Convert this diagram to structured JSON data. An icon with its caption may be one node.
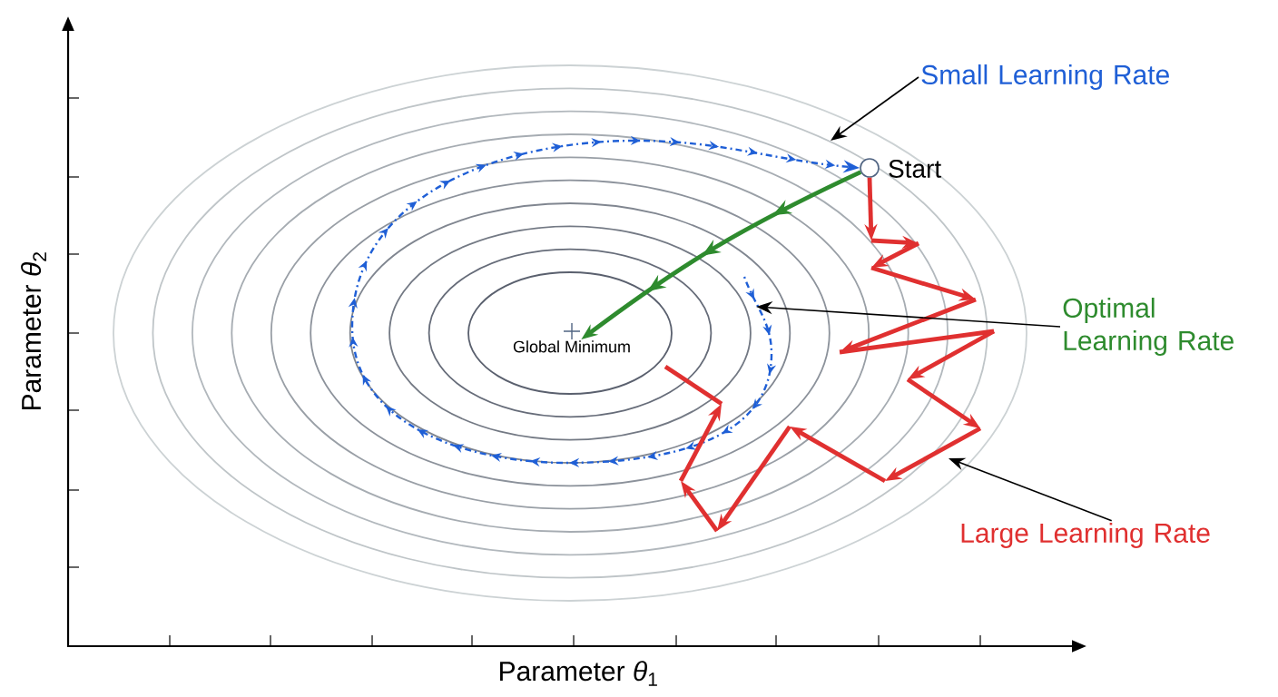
{
  "diagram": {
    "nodes": [
      {
        "text": [],
        "shape": "circle",
        "beside": [
          "Start"
        ]
      },
      {
        "text": [
          "Global Minimum"
        ]
      },
      {
        "text": [
          "Small Learning Rate"
        ]
      },
      {
        "text": [
          "Optimal Learning Rate"
        ]
      },
      {
        "text": [
          "Large Learning Rate"
        ]
      }
    ],
    "edges": [
      {
        "from": 0,
        "to": 1,
        "arrow": "to",
        "style": "thick",
        "color": "#2e8b2e"
      },
      {
        "from": null,
        "to": 0,
        "arrow": "to",
        "style": "dashed",
        "color": "#1f5fd6"
      },
      {
        "from": 0,
        "to": null,
        "arrow": "to",
        "style": "thick",
        "color": "#e03030"
      },
      {
        "from": 2,
        "to": null,
        "arrow": "to"
      },
      {
        "from": 3,
        "to": null,
        "arrow": "to"
      },
      {
        "from": 4,
        "to": null,
        "arrow": "to"
      }
    ],
    "labels": [
      "Parameter *θ*$_{1}$",
      "Parameter *θ*$_{2}$"
    ]
  }
}
